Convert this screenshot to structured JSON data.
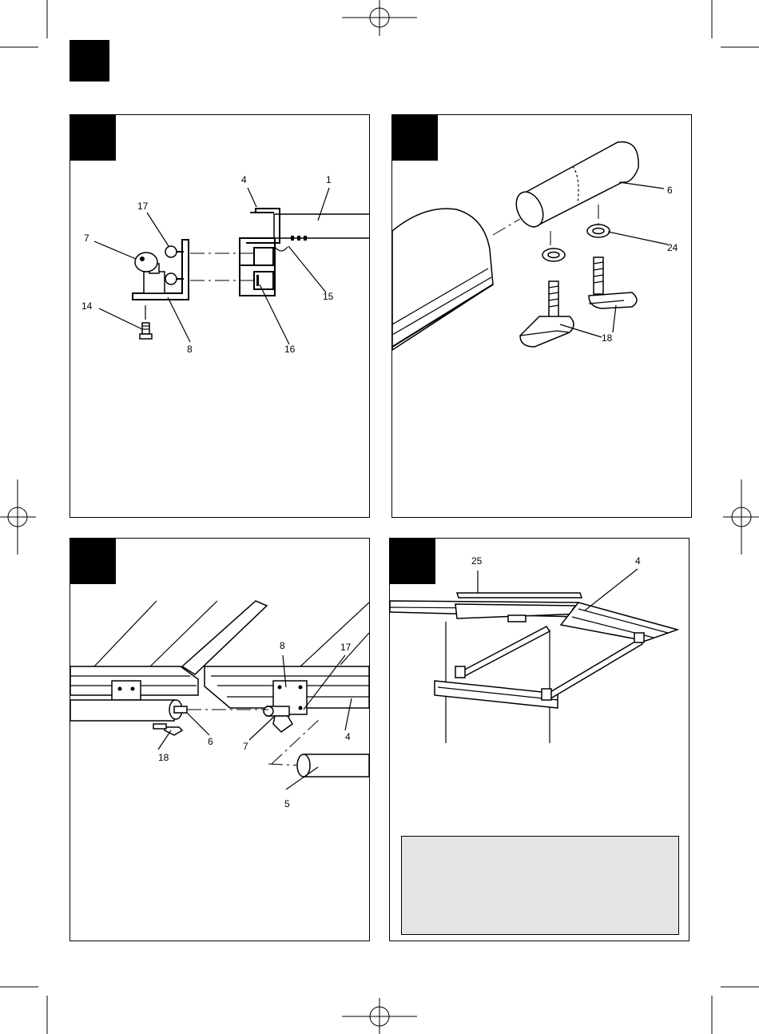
{
  "figure_a": {
    "labels": {
      "l4": "4",
      "l1": "1",
      "l17": "17",
      "l7": "7",
      "l15": "15",
      "l14": "14",
      "l8": "8",
      "l16": "16"
    }
  },
  "figure_b": {
    "labels": {
      "l6": "6",
      "l24": "24",
      "l18": "18"
    }
  },
  "figure_c": {
    "labels": {
      "l8": "8",
      "l17": "17",
      "l4": "4",
      "l6": "6",
      "l7": "7",
      "l18": "18",
      "l5": "5"
    }
  },
  "figure_d": {
    "labels": {
      "l25": "25",
      "l4": "4"
    }
  },
  "colors": {
    "ink": "#000000",
    "note_background": "#e4e4e4",
    "page": "#ffffff"
  },
  "icons": [
    "registration-mark-icon"
  ]
}
